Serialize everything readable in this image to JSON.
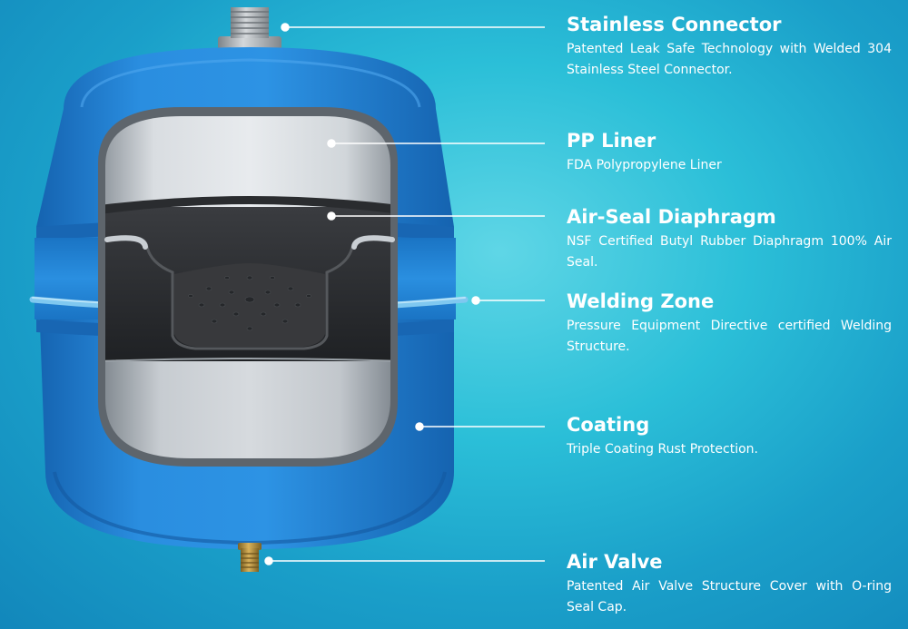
{
  "colors": {
    "tank_blue": "#1e7fd0",
    "tank_blue_dark": "#1766b5",
    "weld_ring": "#7fc8f0",
    "liner_silver": "#c9ced3",
    "diaphragm_dark": "#2e3033",
    "connector_steel": "#a7acb1",
    "valve_brass": "#b08a3a",
    "leader_line": "#ffffff"
  },
  "labels": [
    {
      "title": "Stainless Connector",
      "description": "Patented Leak Safe Technology with Welded 304 Stainless Steel Connector."
    },
    {
      "title": "PP Liner",
      "description": "FDA Polypropylene Liner"
    },
    {
      "title": "Air-Seal Diaphragm",
      "description": "NSF Certified Butyl Rubber Diaphragm 100% Air Seal."
    },
    {
      "title": "Welding Zone",
      "description": "Pressure Equipment Directive certified Welding Structure."
    },
    {
      "title": "Coating",
      "description": "Triple Coating Rust Protection."
    },
    {
      "title": "Air Valve",
      "description": "Patented Air Valve Structure Cover with O-ring Seal Cap."
    }
  ]
}
